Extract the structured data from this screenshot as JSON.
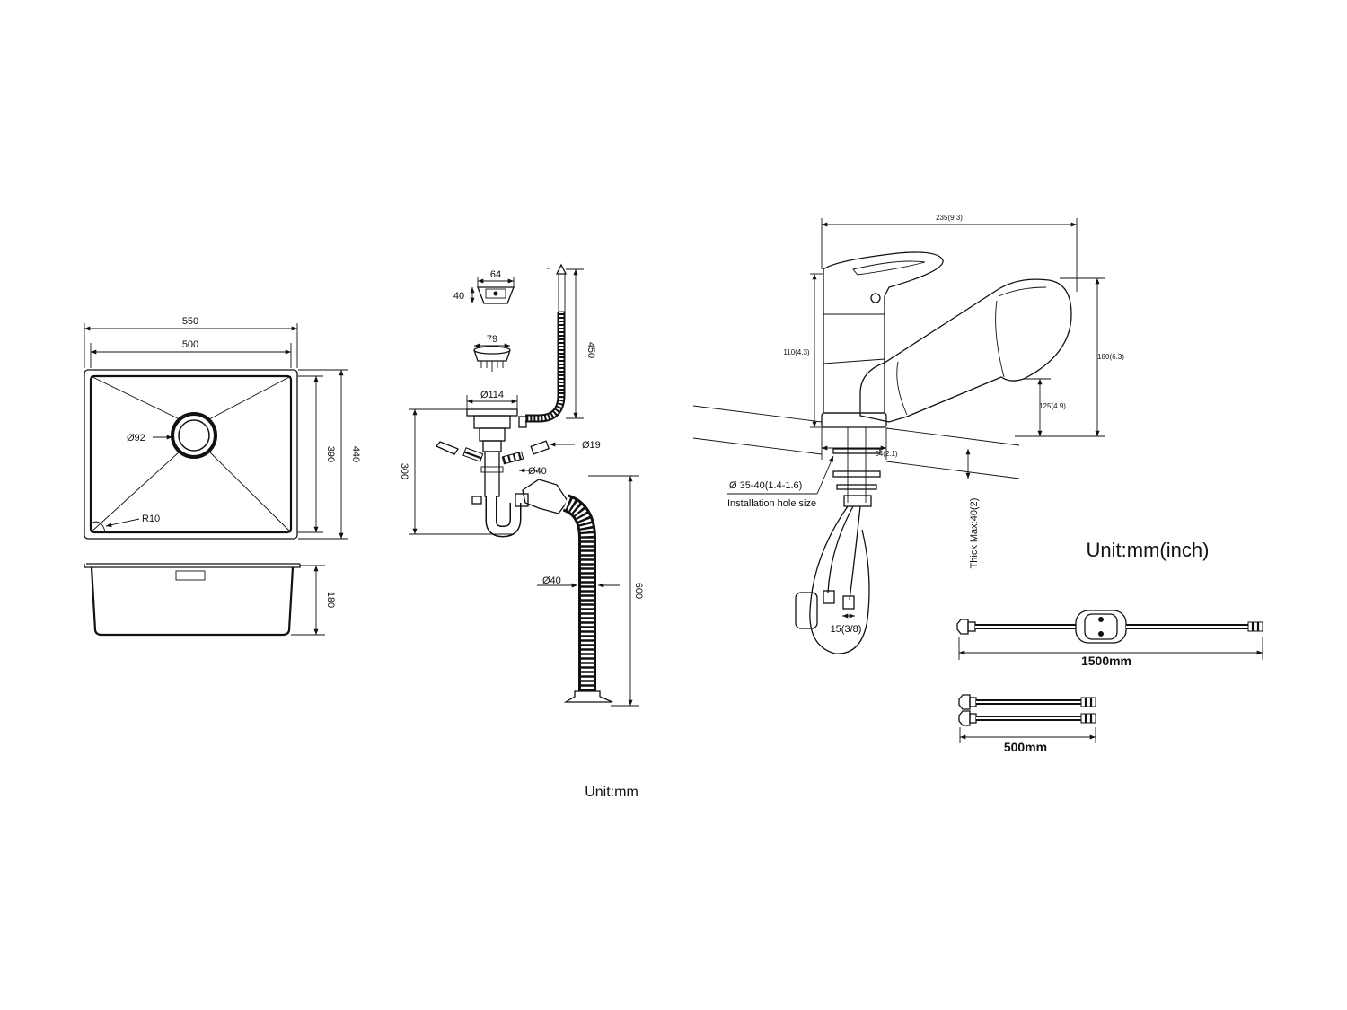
{
  "sink": {
    "width_outer": "550",
    "width_inner": "500",
    "depth_inner": "390",
    "depth_outer": "440",
    "drain_diameter": "Ø92",
    "corner_radius": "R10",
    "height": "180"
  },
  "drain": {
    "overflow_width": "64",
    "overflow_height": "40",
    "strainer_diameter": "79",
    "flange_diameter": "Ø114",
    "hose_length": "450",
    "overflow_pipe_diameter": "Ø19",
    "trap_diameter": "Ø40",
    "trap_height": "300",
    "drain_hose_diameter": "Ø40",
    "drain_hose_length": "600",
    "unit": "Unit:mm"
  },
  "faucet": {
    "reach": "235(9.3)",
    "body_height": "110(4.3)",
    "total_height": "180(6.3)",
    "spout_height": "125(4.9)",
    "base_diameter": "54(2.1)",
    "hole_size": "Ø 35-40(1.4-1.6)",
    "hole_label": "Installation hole size",
    "thickness": "Thick Max:40(2)",
    "thread": "15(3/8)",
    "unit": "Unit:mm(inch)"
  },
  "hoses": {
    "long": "1500mm",
    "short": "500mm"
  }
}
